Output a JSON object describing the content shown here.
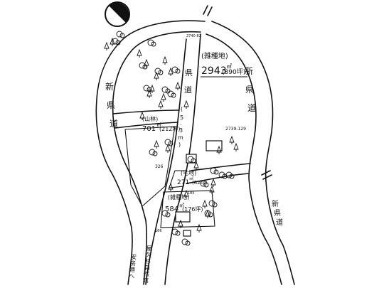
{
  "roads": {
    "upper_left_vertical": [
      "新",
      "県",
      "道"
    ],
    "upper_right_vertical": [
      "新",
      "県",
      "道"
    ],
    "inner_vertical": [
      "県",
      "道"
    ],
    "bottom_right_vertical": [
      "新",
      "県",
      "道"
    ]
  },
  "parcels": {
    "large": {
      "type": "(雑種地)",
      "area": "2943",
      "unit": "㎡",
      "tsubo": "(890坪)"
    },
    "left": {
      "type": "(山林)",
      "area": "701",
      "unit": "㎡",
      "tsubo": "(212坪)"
    },
    "middle": {
      "type": "(宅地)",
      "area": "271",
      "unit": "㎡",
      "tsubo": "(82坪)"
    },
    "lower": {
      "type": "(雑種地)",
      "area": "584",
      "unit": "㎡",
      "tsubo": "(176坪)"
    }
  },
  "inner_road_vertical": [
    "(",
    "5",
    ".",
    "3",
    "m",
    ")"
  ],
  "survey_notes": {
    "top": "2740-82",
    "mid_right": "2739-129",
    "left_lower": "326",
    "mid_small": "185",
    "bottom": "186"
  },
  "bottom_place_vertical": [
    "屋",
    "久",
    "杉",
    "自",
    "然",
    "館"
  ],
  "bottom_direction_vertical": [
    "安",
    "房",
    "港",
    "へ"
  ]
}
